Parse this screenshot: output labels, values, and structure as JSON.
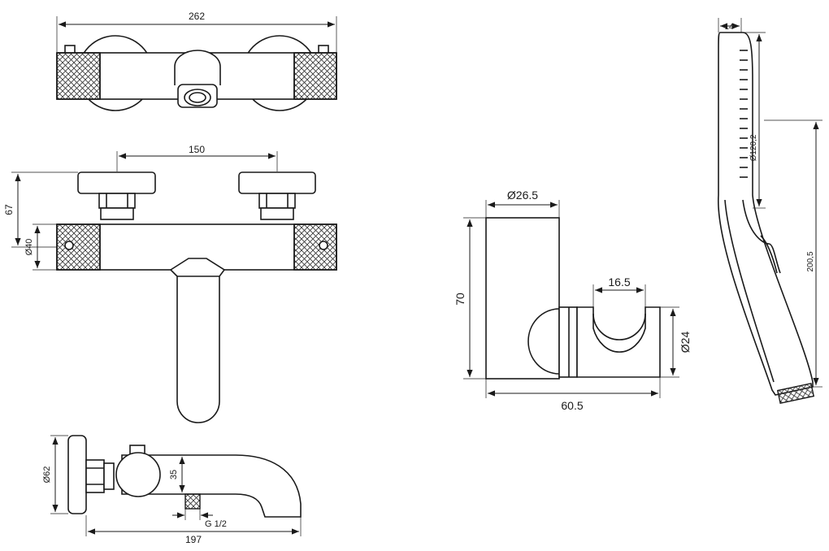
{
  "dimensions": {
    "top_width": "262",
    "centers": "150",
    "height_67": "67",
    "dia_40": "Ø40",
    "dia_62": "Ø62",
    "spout_35": "35",
    "thread": "G 1/2",
    "spout_length": "197",
    "holder_dia": "Ø26.5",
    "holder_height": "70",
    "cradle_width": "16.5",
    "cradle_dia": "Ø24",
    "holder_depth": "60.5",
    "handshower_width": "14",
    "handshower_head_dia": "Ø120,2",
    "handshower_length": "200,5"
  }
}
